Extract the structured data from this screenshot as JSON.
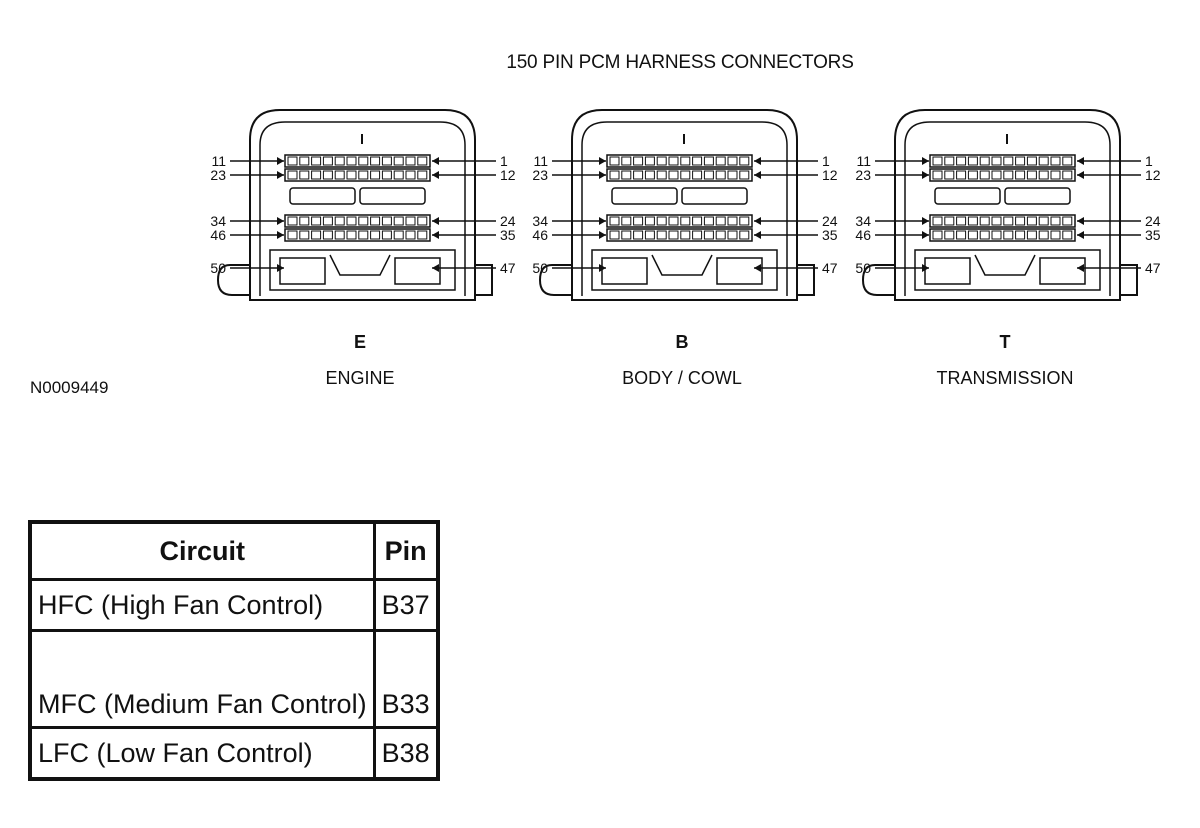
{
  "diagram": {
    "title": "150 PIN PCM HARNESS CONNECTORS",
    "reference": "N0009449",
    "connectors": [
      {
        "letter": "E",
        "name": "ENGINE"
      },
      {
        "letter": "B",
        "name": "BODY / COWL"
      },
      {
        "letter": "T",
        "name": "TRANSMISSION"
      }
    ],
    "pin_labels": {
      "row1_left": "11",
      "row1_right": "1",
      "row2_left": "23",
      "row2_right": "12",
      "row3_left": "34",
      "row3_right": "24",
      "row4_left": "46",
      "row4_right": "35",
      "row5_left": "50",
      "row5_right": "47"
    }
  },
  "table": {
    "headers": {
      "circuit": "Circuit",
      "pin": "Pin"
    },
    "rows": [
      {
        "circuit": "HFC (High Fan Control)",
        "pin": "B37"
      },
      {
        "circuit": "MFC (Medium Fan Control)",
        "pin": "B33"
      },
      {
        "circuit": "LFC (Low Fan Control)",
        "pin": "B38"
      }
    ]
  }
}
